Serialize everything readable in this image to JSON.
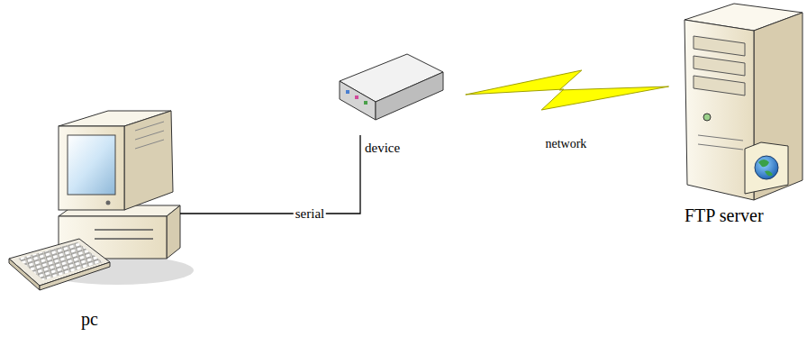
{
  "diagram": {
    "nodes": [
      {
        "text": [
          "pc"
        ]
      },
      {
        "text": [
          "device"
        ]
      },
      {
        "text": [
          "FTP server"
        ]
      }
    ],
    "edges": [
      {
        "from": 0,
        "to": 1,
        "label": "serial",
        "arrow": "none"
      },
      {
        "from": 1,
        "to": 2,
        "label": "network",
        "arrow": "none"
      }
    ]
  }
}
